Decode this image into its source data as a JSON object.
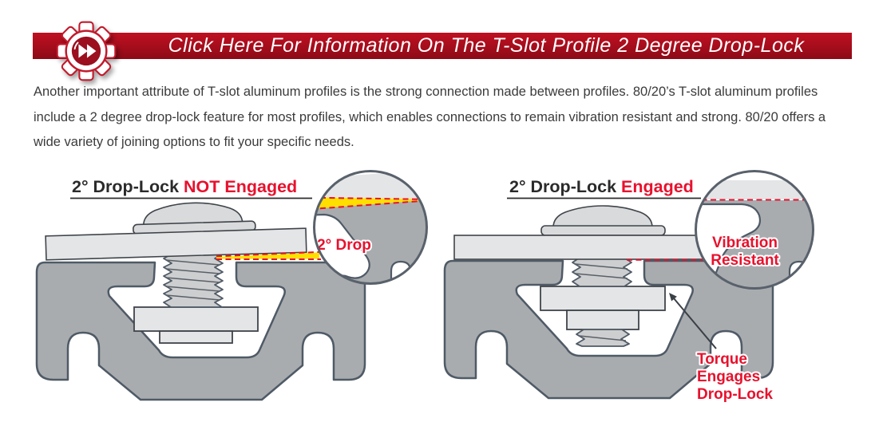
{
  "banner": {
    "label": "Click Here For Information On The T-Slot Profile 2 Degree Drop-Lock"
  },
  "intro": {
    "text": "Another important attribute of T-slot aluminum profiles is the strong connection made between profiles. 80/20’s T-slot aluminum profiles include a 2 degree drop-lock feature for most profiles, which enables connections to remain vibration resistant and strong. 80/20 offers a wide variety of joining options to fit your specific needs."
  },
  "colors": {
    "banner_red_top": "#bf1021",
    "banner_red_mid": "#a50d1c",
    "banner_red_bottom": "#8c0a16",
    "accent_red": "#e8112d",
    "profile_gray": "#a9acaf",
    "outline_gray": "#4f5a66",
    "plate_gray": "#e4e5e6",
    "thread_gray": "#cdcecf",
    "highlight_yellow": "#ffdf00",
    "title_black": "#2b2b2b",
    "body_text": "#3b3b3b"
  },
  "diagram_left": {
    "title": "2° Drop-Lock",
    "title_status": "NOT Engaged",
    "callout": "2° Drop"
  },
  "diagram_right": {
    "title": "2° Drop-Lock",
    "title_status": "Engaged",
    "callout_line1": "Vibration",
    "callout_line2": "Resistant",
    "annotation_line1": "Torque",
    "annotation_line2": "Engages",
    "annotation_line3": "Drop-Lock"
  }
}
